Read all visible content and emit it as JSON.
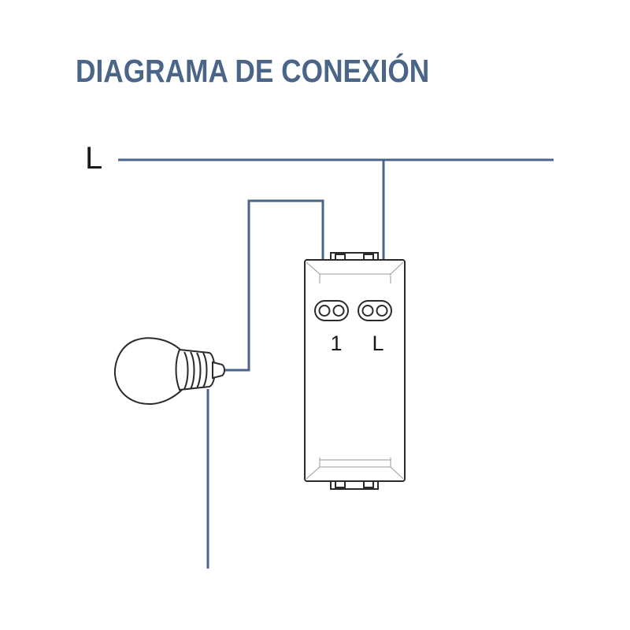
{
  "title": "DIAGRAMA DE CONEXIÓN",
  "line_label": "L",
  "switch": {
    "terminal_1_label": "1",
    "terminal_l_label": "L"
  },
  "colors": {
    "title": "#4a6587",
    "wire": "#4a6587",
    "outline": "#2b2b2b"
  },
  "icons": [
    "light-bulb-icon",
    "switch-module-icon"
  ]
}
